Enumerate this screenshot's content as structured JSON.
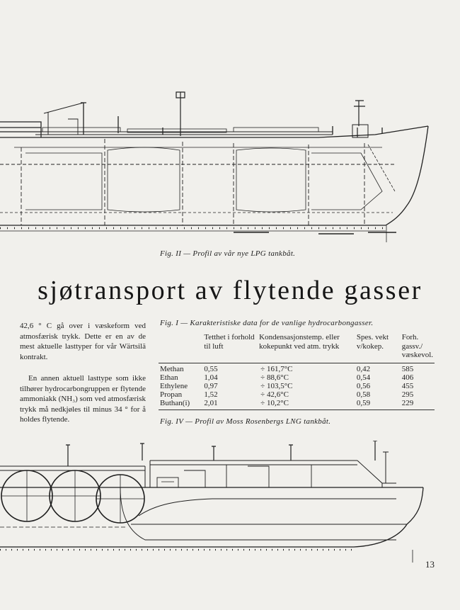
{
  "figures": {
    "top_caption": "Fig. II — Profil av vår nye LPG tankbåt.",
    "table_caption": "Fig. I — Karakteristiske data for de vanlige hydrocarbongasser.",
    "bottom_caption": "Fig. IV — Profil av Moss Rosenbergs LNG tankbåt."
  },
  "headline": "sjøtransport av flytende gasser",
  "body": {
    "paragraph_1": "42,6 ° C gå over i væskeform ved atmosfærisk trykk. Dette er en av de mest aktuelle lasttyper for vår Wärtsilä kontrakt.",
    "paragraph_2": "En annen aktuell lasttype som ikke tilhører hydrocarbongruppen er flytende ammoniakk (NH₃) som ved atmosfærisk trykk må nedkjøles til minus 34 ° for å holdes flytende."
  },
  "table": {
    "headers": [
      "",
      "Tetthet i forhold til luft",
      "Kondensasjonstemp. eller kokepunkt ved atm. trykk",
      "Spes. vekt v/kokep.",
      "Forh. gassv./ væskevol."
    ],
    "rows": [
      [
        "Methan",
        "0,55",
        "÷ 161,7°C",
        "0,42",
        "585"
      ],
      [
        "Ethan",
        "1,04",
        "÷ 88,6°C",
        "0,54",
        "406"
      ],
      [
        "Ethylene",
        "0,97",
        "÷ 103,5°C",
        "0,56",
        "455"
      ],
      [
        "Propan",
        "1,52",
        "÷ 42,6°C",
        "0,58",
        "295"
      ],
      [
        "Buthan(i)",
        "2,01",
        "÷ 10,2°C",
        "0,59",
        "229"
      ]
    ]
  },
  "page_number": "13"
}
